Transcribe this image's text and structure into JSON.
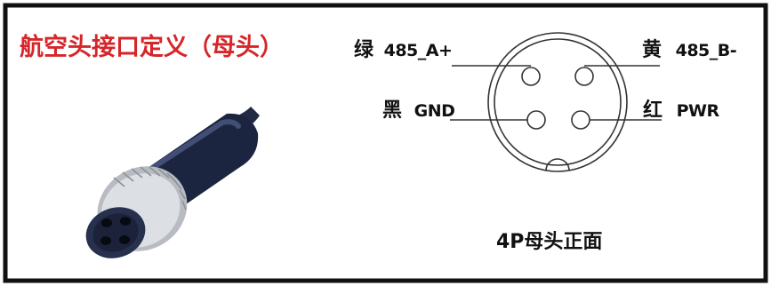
{
  "title": "航空头接口定义（母头）",
  "pins": {
    "top_left": {
      "color_cn": "绿",
      "signal": "485_A+"
    },
    "top_right": {
      "color_cn": "黄",
      "signal": "485_B-"
    },
    "bottom_left": {
      "color_cn": "黑",
      "signal": "GND"
    },
    "bottom_right": {
      "color_cn": "红",
      "signal": "PWR"
    }
  },
  "caption": "4P母头正面",
  "colors": {
    "title": "#d6262a",
    "border": "#111111",
    "connector_body": "#1c2540",
    "connector_nut": "#c9ccd0"
  }
}
